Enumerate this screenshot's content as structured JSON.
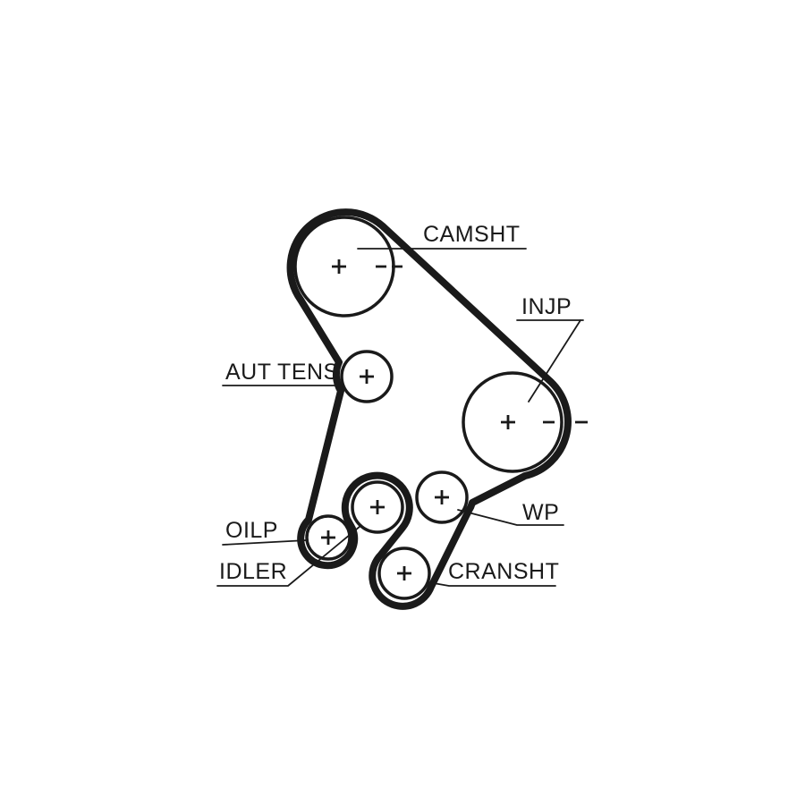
{
  "diagram": {
    "type": "timing-belt-routing-diagram",
    "colors": {
      "line": "#1a1a1a",
      "background": "#ffffff"
    },
    "labels": {
      "camshaft": "CAMSHT",
      "injection_pump": "INJP",
      "auto_tensioner": "AUT TENS",
      "oil_pump": "OILP",
      "idler": "IDLER",
      "water_pump": "WP",
      "crankshaft": "CRANSHT"
    },
    "marks": {
      "plus": "+",
      "dash": "-"
    }
  }
}
